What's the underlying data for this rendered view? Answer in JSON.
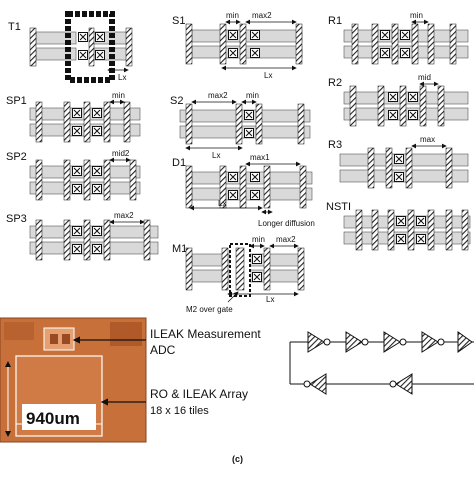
{
  "layouts": {
    "t1": "T1",
    "sp1": "SP1",
    "sp2": "SP2",
    "sp3": "SP3",
    "s1": "S1",
    "s2": "S2",
    "d1": "D1",
    "m1": "M1",
    "r1": "R1",
    "r2": "R2",
    "r3": "R3",
    "nsti": "NSTI"
  },
  "labels": {
    "min": "min",
    "max": "max",
    "max2": "max2",
    "mid": "mid",
    "mid2": "mid2",
    "max1": "max1",
    "lx": "Lx",
    "longer_diffusion": "Longer diffusion",
    "m2_over_gate": "M2 over gate"
  },
  "die_photo": {
    "ileak_measurement": "ILEAK Measurement",
    "adc": "ADC",
    "ro_array": "RO & ILEAK Array",
    "tiles": "18 x 16 tiles",
    "size": "940um"
  },
  "caption": "(c)",
  "colors": {
    "gate_hatch": "#222222",
    "diffusion": "#d9d9d9",
    "die_copper": "#c8703a",
    "die_dark": "#a8552a"
  },
  "icons": [
    "inverter-icon",
    "contact-icon",
    "hatched-gate-icon",
    "arrow-icon"
  ]
}
